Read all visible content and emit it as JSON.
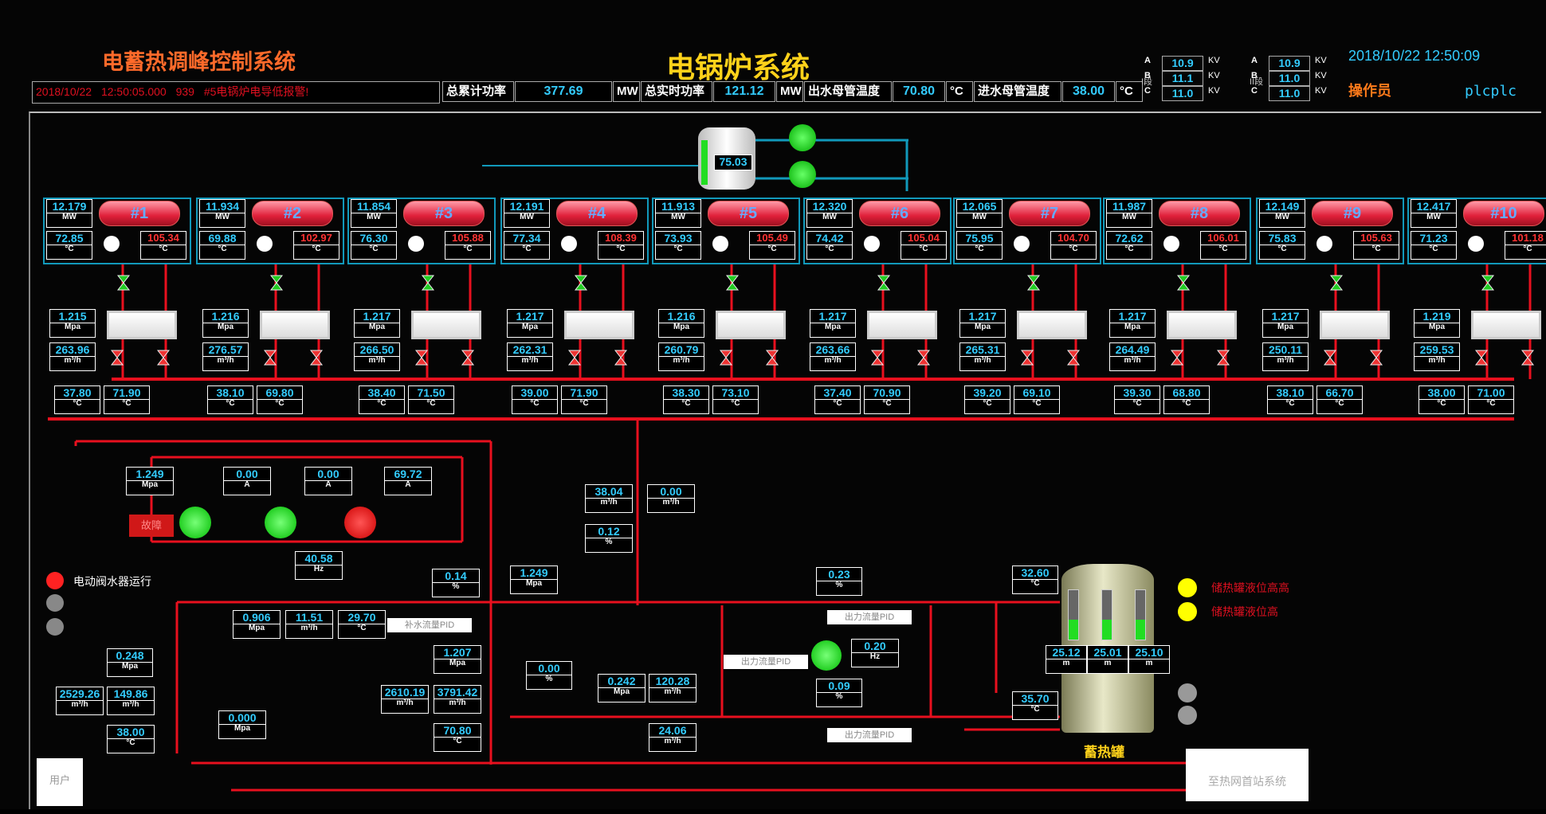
{
  "header": {
    "app_title": "电蓄热调峰控制系统",
    "main_title": "电锅炉系统",
    "alarm_date": "2018/10/22",
    "alarm_time": "12:50:05.000",
    "alarm_code": "939",
    "alarm_text": "#5电锅炉电导低报警!",
    "total_power_label": "总累计功率",
    "total_power_value": "377.69",
    "total_power_unit": "MW",
    "inst_power_label": "总实时功率",
    "inst_power_value": "121.12",
    "inst_power_unit": "MW",
    "outlet_temp_label": "出水母管温度",
    "outlet_temp_value": "70.80",
    "outlet_temp_unit": "°C",
    "inlet_temp_label": "进水母管温度",
    "inlet_temp_value": "38.00",
    "inlet_temp_unit": "°C",
    "datetime": "2018/10/22 12:50:09",
    "operator_label": "操作员",
    "operator_name": "plcplc",
    "voltage_left": [
      {
        "phase": "A",
        "value": "10.9",
        "unit": "KV"
      },
      {
        "phase": "B",
        "value": "11.1",
        "unit": "KV"
      },
      {
        "phase": "C",
        "value": "11.0",
        "unit": "KV"
      }
    ],
    "voltage_right": [
      {
        "phase": "A",
        "value": "10.9",
        "unit": "KV"
      },
      {
        "phase": "B",
        "value": "11.0",
        "unit": "KV"
      },
      {
        "phase": "C",
        "value": "11.0",
        "unit": "KV"
      }
    ],
    "voltage_left_tag": "I段",
    "voltage_right_tag": "II段"
  },
  "expansion_tank": {
    "value": "75.03"
  },
  "boilers": [
    {
      "name": "#1",
      "power": "12.179",
      "temp_in": "72.85",
      "temp_out": "105.34",
      "pressure": "1.215",
      "flow": "263.96",
      "t1": "37.80",
      "t2": "71.90"
    },
    {
      "name": "#2",
      "power": "11.934",
      "temp_in": "69.88",
      "temp_out": "102.97",
      "pressure": "1.216",
      "flow": "276.57",
      "t1": "38.10",
      "t2": "69.80"
    },
    {
      "name": "#3",
      "power": "11.854",
      "temp_in": "76.30",
      "temp_out": "105.88",
      "pressure": "1.217",
      "flow": "266.50",
      "t1": "38.40",
      "t2": "71.50"
    },
    {
      "name": "#4",
      "power": "12.191",
      "temp_in": "77.34",
      "temp_out": "108.39",
      "pressure": "1.217",
      "flow": "262.31",
      "t1": "39.00",
      "t2": "71.90"
    },
    {
      "name": "#5",
      "power": "11.913",
      "temp_in": "73.93",
      "temp_out": "105.49",
      "pressure": "1.216",
      "flow": "260.79",
      "t1": "38.30",
      "t2": "73.10"
    },
    {
      "name": "#6",
      "power": "12.320",
      "temp_in": "74.42",
      "temp_out": "105.04",
      "pressure": "1.217",
      "flow": "263.66",
      "t1": "37.40",
      "t2": "70.90"
    },
    {
      "name": "#7",
      "power": "12.065",
      "temp_in": "75.95",
      "temp_out": "104.70",
      "pressure": "1.217",
      "flow": "265.31",
      "t1": "39.20",
      "t2": "69.10"
    },
    {
      "name": "#8",
      "power": "11.987",
      "temp_in": "72.62",
      "temp_out": "106.01",
      "pressure": "1.217",
      "flow": "264.49",
      "t1": "39.30",
      "t2": "68.80"
    },
    {
      "name": "#9",
      "power": "12.149",
      "temp_in": "75.83",
      "temp_out": "105.63",
      "pressure": "1.217",
      "flow": "250.11",
      "t1": "38.10",
      "t2": "66.70"
    },
    {
      "name": "#10",
      "power": "12.417",
      "temp_in": "71.23",
      "temp_out": "101.18",
      "pressure": "1.219",
      "flow": "259.53",
      "t1": "38.00",
      "t2": "71.00"
    }
  ],
  "units": {
    "mw": "MW",
    "c": "°C",
    "mpa": "Mpa",
    "m3h": "m³/h",
    "a": "A",
    "hz": "Hz",
    "pct": "%"
  },
  "pump_group": {
    "pressure": "1.249",
    "currents": [
      "0.00",
      "0.00",
      "69.72"
    ],
    "freq": "40.58",
    "status_label": "故障"
  },
  "legend": {
    "running": "电动阀水器运行",
    "dot2": "",
    "dot3": ""
  },
  "left_panel": {
    "p1": "0.906",
    "flow1": "11.51",
    "temp1": "29.70",
    "p2": "0.248",
    "flow2": "2529.26",
    "flow3": "149.86",
    "temp2": "38.00",
    "p3": "0.000",
    "valve_pct": "0.14",
    "ctrl_label": "补水流量PID"
  },
  "center_panel": {
    "flow_a": "38.04",
    "flow_b": "0.00",
    "pct": "0.12",
    "p_right": "1.249",
    "p_mid": "1.207",
    "flow_c": "2610.19",
    "flow_d": "3791.42",
    "temp_c": "70.80",
    "pct2": "0.00",
    "p4": "0.242",
    "flow_e": "120.28",
    "flow_f": "24.06"
  },
  "right_panel": {
    "pct_top": "0.23",
    "freq": "0.20",
    "pct_bottom": "0.09",
    "label_top": "出力流量PID",
    "label_mid": "出力流量PID",
    "label_bottom": "出力流量PID"
  },
  "storage_tank": {
    "name": "蓄热罐",
    "temp_top": "32.60",
    "temp_bottom": "35.70",
    "levels": [
      "25.12",
      "25.01",
      "25.10"
    ],
    "level_unit": "m",
    "alarm_high": "储热罐液位高高",
    "alarm_low": "储热罐液位高"
  },
  "footer": {
    "user_button": "用户",
    "link_button": "至热网首站系统"
  }
}
